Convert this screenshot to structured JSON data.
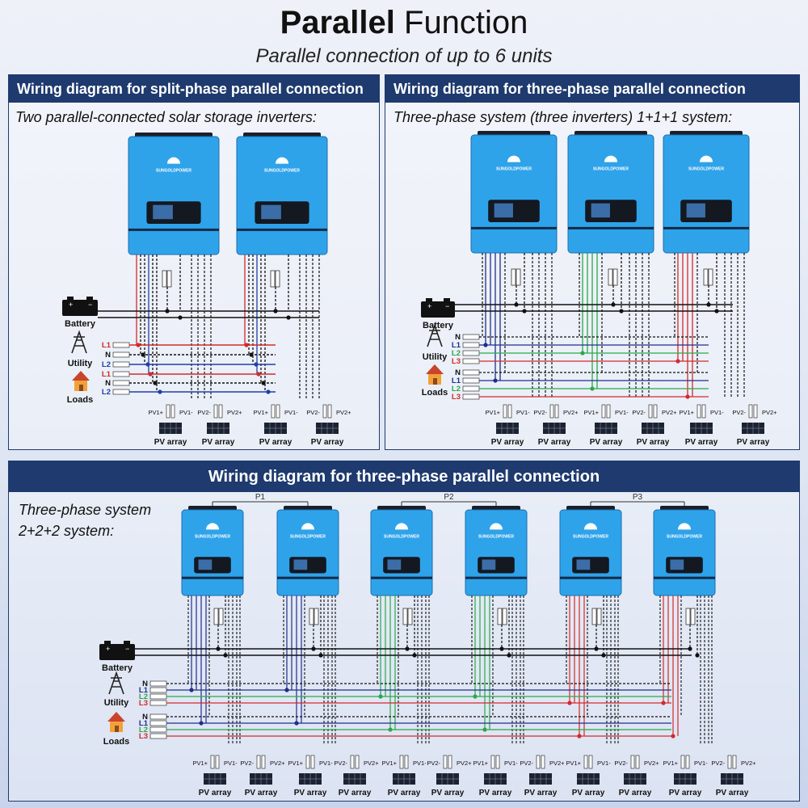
{
  "header": {
    "title_bold": "Parallel",
    "title_rest": " Function",
    "subtitle": "Parallel connection of up to 6 units"
  },
  "brand": "SUNGOLDPOWER",
  "labels": {
    "battery": "Battery",
    "utility": "Utility",
    "loads": "Loads",
    "pv_array": "PV array"
  },
  "panels": {
    "split": {
      "title": "Wiring diagram for split-phase parallel connection",
      "subtitle": "Two parallel-connected solar storage inverters:",
      "utility_lines": [
        "L1",
        "N",
        "L2"
      ],
      "load_lines": [
        "L1",
        "N",
        "L2"
      ],
      "pv_labels": [
        "PV1+",
        "PV1-",
        "PV2-",
        "PV2+",
        "PV1+",
        "PV1-",
        "PV2-",
        "PV2+"
      ]
    },
    "three_111": {
      "title": "Wiring diagram for three-phase parallel connection",
      "subtitle": "Three-phase system (three inverters) 1+1+1 system:",
      "utility_lines": [
        "N",
        "L1",
        "L2",
        "L3"
      ],
      "load_lines": [
        "N",
        "L1",
        "L2",
        "L3"
      ],
      "pv_labels": [
        "PV1+",
        "PV1-",
        "PV2-",
        "PV2+",
        "PV1+",
        "PV1-",
        "PV2-",
        "PV2+",
        "PV1+",
        "PV1-",
        "PV2-",
        "PV2+"
      ]
    },
    "three_222": {
      "title": "Wiring diagram for three-phase parallel connection",
      "subtitle_line1": "Three-phase system",
      "subtitle_line2": "2+2+2 system:",
      "groups": [
        "P1",
        "P2",
        "P3"
      ],
      "utility_lines": [
        "N",
        "L1",
        "L2",
        "L3"
      ],
      "load_lines": [
        "N",
        "L1",
        "L2",
        "L3"
      ],
      "pv_labels": [
        "PV1+",
        "PV1-",
        "PV2-",
        "PV2+",
        "PV1+",
        "PV1-",
        "PV2-",
        "PV2+",
        "PV1+",
        "PV1-",
        "PV2-",
        "PV2+",
        "PV1+",
        "PV1-",
        "PV2-",
        "PV2+",
        "PV1+",
        "PV1-",
        "PV2-",
        "PV2+",
        "PV1+",
        "PV1-",
        "PV2-",
        "PV2+"
      ]
    }
  },
  "colors": {
    "navy": "#1e3a6e",
    "inverter_blue": "#2fa3ea",
    "l1_red": "#d42a2a",
    "l2_blue": "#1f3fa6",
    "l2_green": "#2aa84a",
    "l3_dark_blue": "#1f2f8a",
    "dc_black": "#111111"
  }
}
